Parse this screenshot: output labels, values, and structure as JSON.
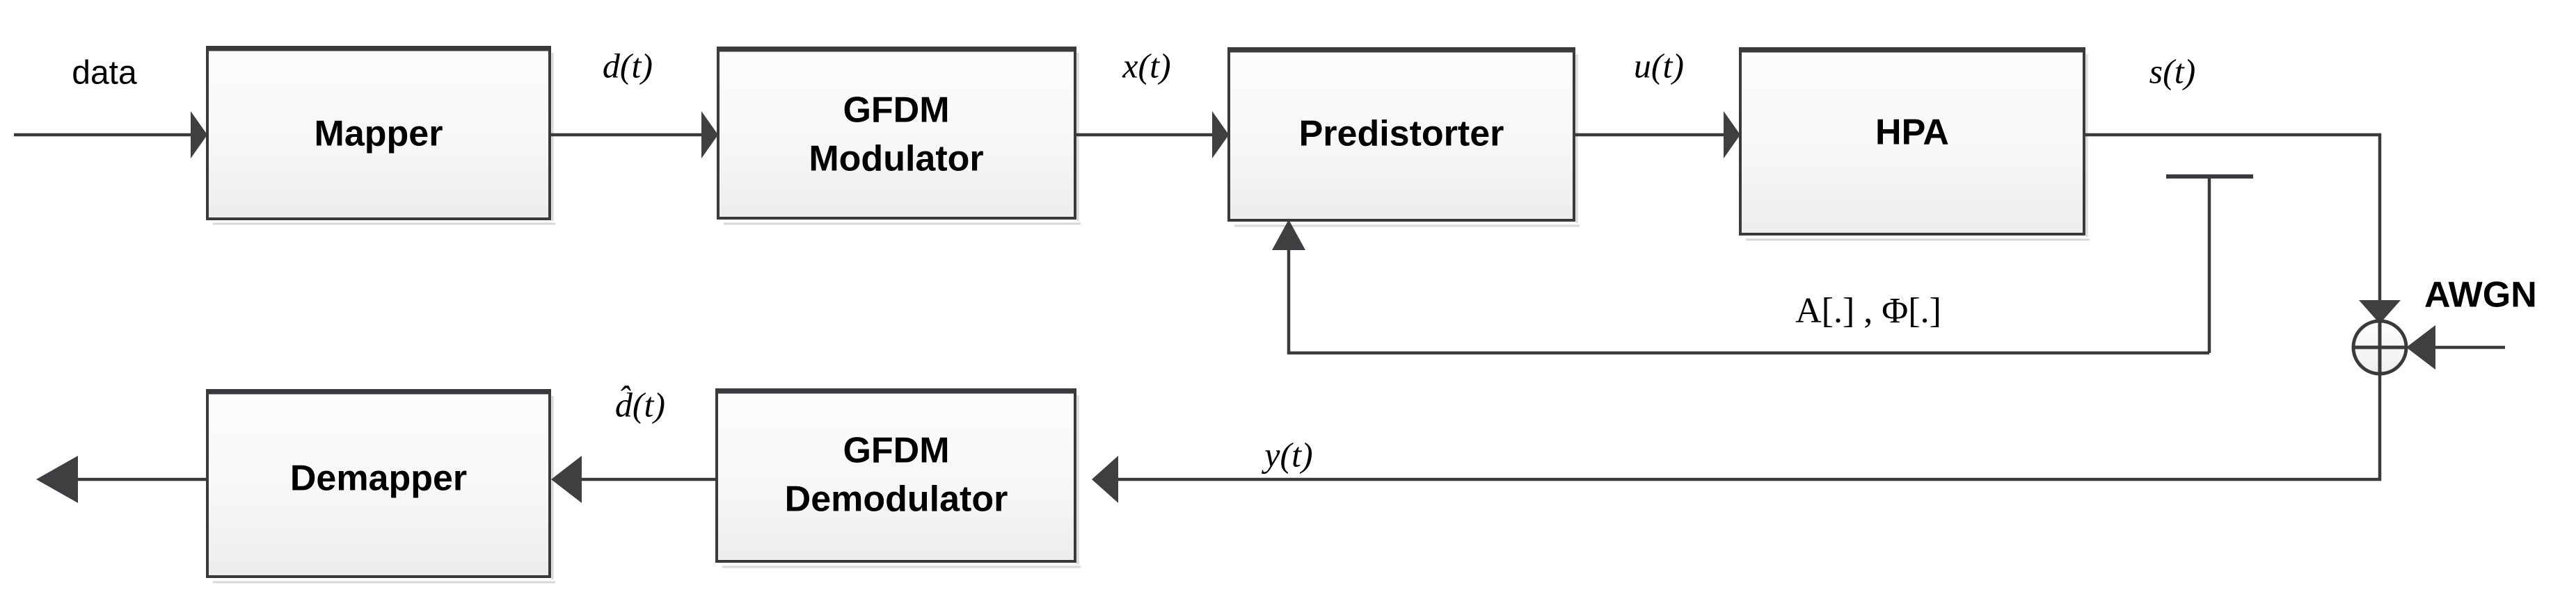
{
  "diagram": {
    "title": "GFDM transmitter-receiver chain with predistortion, HPA and AWGN channel",
    "background_color": "#ffffff",
    "line_color": "#3a3a3c",
    "block_fill_top": "#fcfcfc",
    "block_fill_bottom": "#eeeeee",
    "text_color": "#000000"
  },
  "blocks": [
    {
      "id": "mapper",
      "label": "Mapper",
      "label_line2": ""
    },
    {
      "id": "gfdm-mod",
      "label": "GFDM",
      "label_line2": "Modulator"
    },
    {
      "id": "predistorter",
      "label": "Predistorter",
      "label_line2": ""
    },
    {
      "id": "hpa",
      "label": "HPA",
      "label_line2": ""
    },
    {
      "id": "demapper",
      "label": "Demapper",
      "label_line2": ""
    },
    {
      "id": "gfdm-demod",
      "label": "GFDM",
      "label_line2": "Demodulator"
    }
  ],
  "signals": {
    "input": "data",
    "mapper_out": "d(t)",
    "modulator_out": "x(t)",
    "predistorter_out": "u(t)",
    "hpa_out": "s(t)",
    "channel_out": "y(t)",
    "demod_out": "d̂(t)",
    "feedback": "A[.] , Φ[.]",
    "noise": "AWGN"
  },
  "nodes": {
    "summing_junction": {
      "id": "awgn-sum",
      "symbol": "plus-cross-circle"
    }
  }
}
